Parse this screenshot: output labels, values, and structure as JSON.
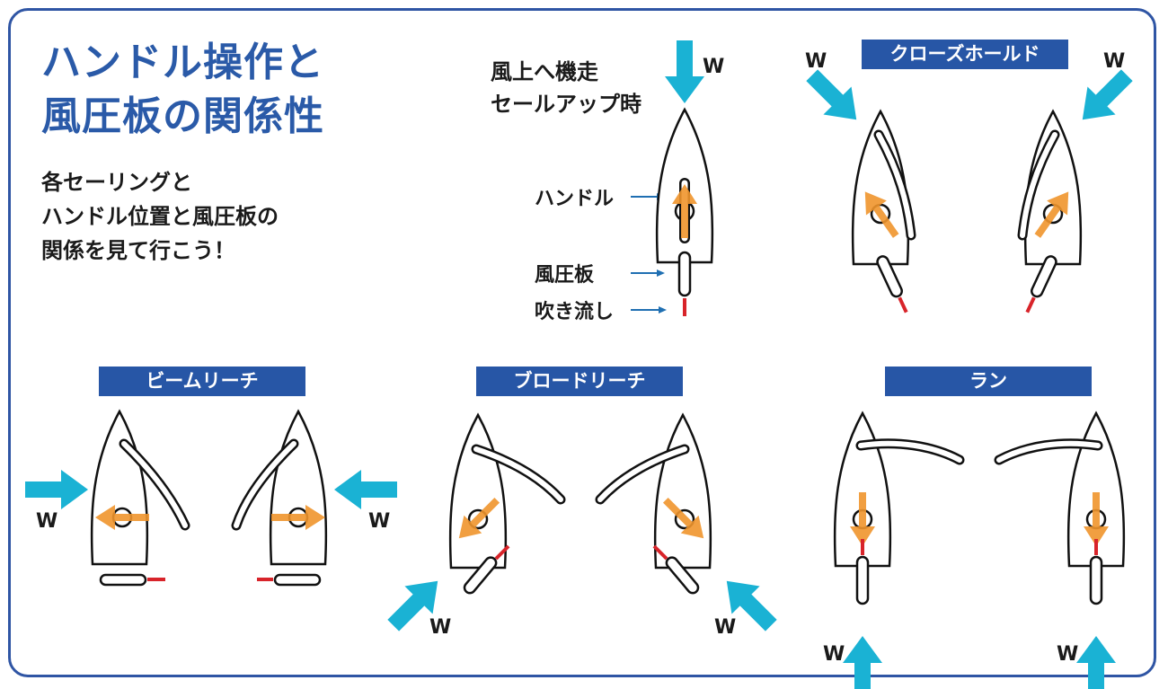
{
  "title_lines": [
    "ハンドル操作と",
    "風圧板の関係性"
  ],
  "subtitle_lines": [
    "各セーリングと",
    "ハンドル位置と風圧板の",
    "関係を見て行こう！"
  ],
  "top_labels": {
    "heading": [
      "風上へ機走",
      "セールアップ時"
    ],
    "handle": "ハンドル",
    "wind_vane": "風圧板",
    "streamer": "吹き流し"
  },
  "sections": {
    "close_hauled": "クローズホールド",
    "beam_reach": "ビームリーチ",
    "broad_reach": "ブロードリーチ",
    "run": "ラン"
  },
  "wind_label": "W",
  "colors": {
    "frame": "#2f55a4",
    "title": "#2a5aa8",
    "banner": "#2756a6",
    "wind_arrow": "#1ab2d4",
    "handle": "#f0952c",
    "streamer": "#d8242a"
  }
}
